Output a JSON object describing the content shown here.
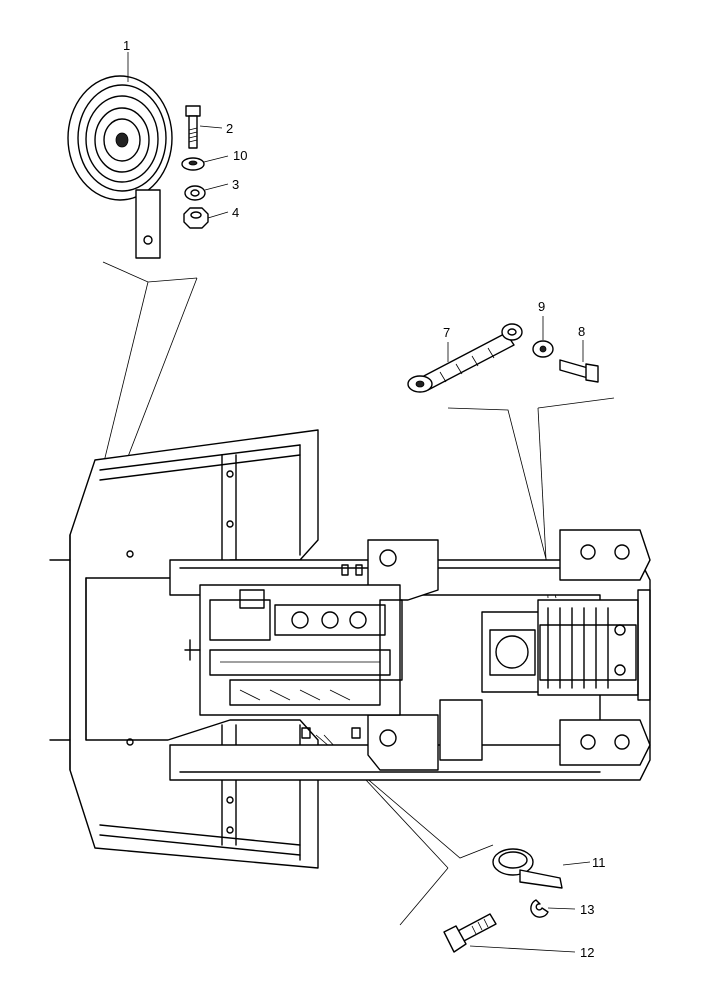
{
  "callouts": {
    "c1": "1",
    "c2": "2",
    "c3": "3",
    "c4": "4",
    "c7": "7",
    "c8": "8",
    "c9": "9",
    "c10": "10",
    "c11": "11",
    "c12": "12",
    "c13": "13"
  }
}
